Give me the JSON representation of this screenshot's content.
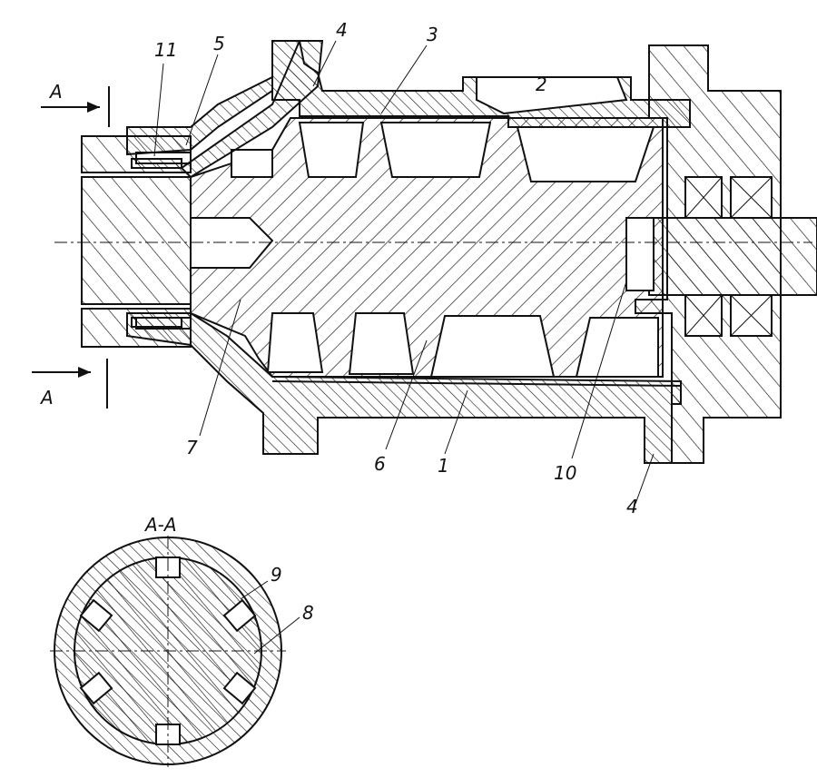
{
  "drawing": {
    "labels": {
      "part_11": "11",
      "part_5": "5",
      "part_4_top": "4",
      "part_3": "3",
      "part_2": "2",
      "section_arrow_top": "A",
      "section_arrow_bottom": "A",
      "part_7": "7",
      "part_6": "6",
      "part_1": "1",
      "part_10": "10",
      "part_4_bottom": "4"
    },
    "section": {
      "title": "A-A",
      "part_9": "9",
      "part_8": "8"
    }
  }
}
